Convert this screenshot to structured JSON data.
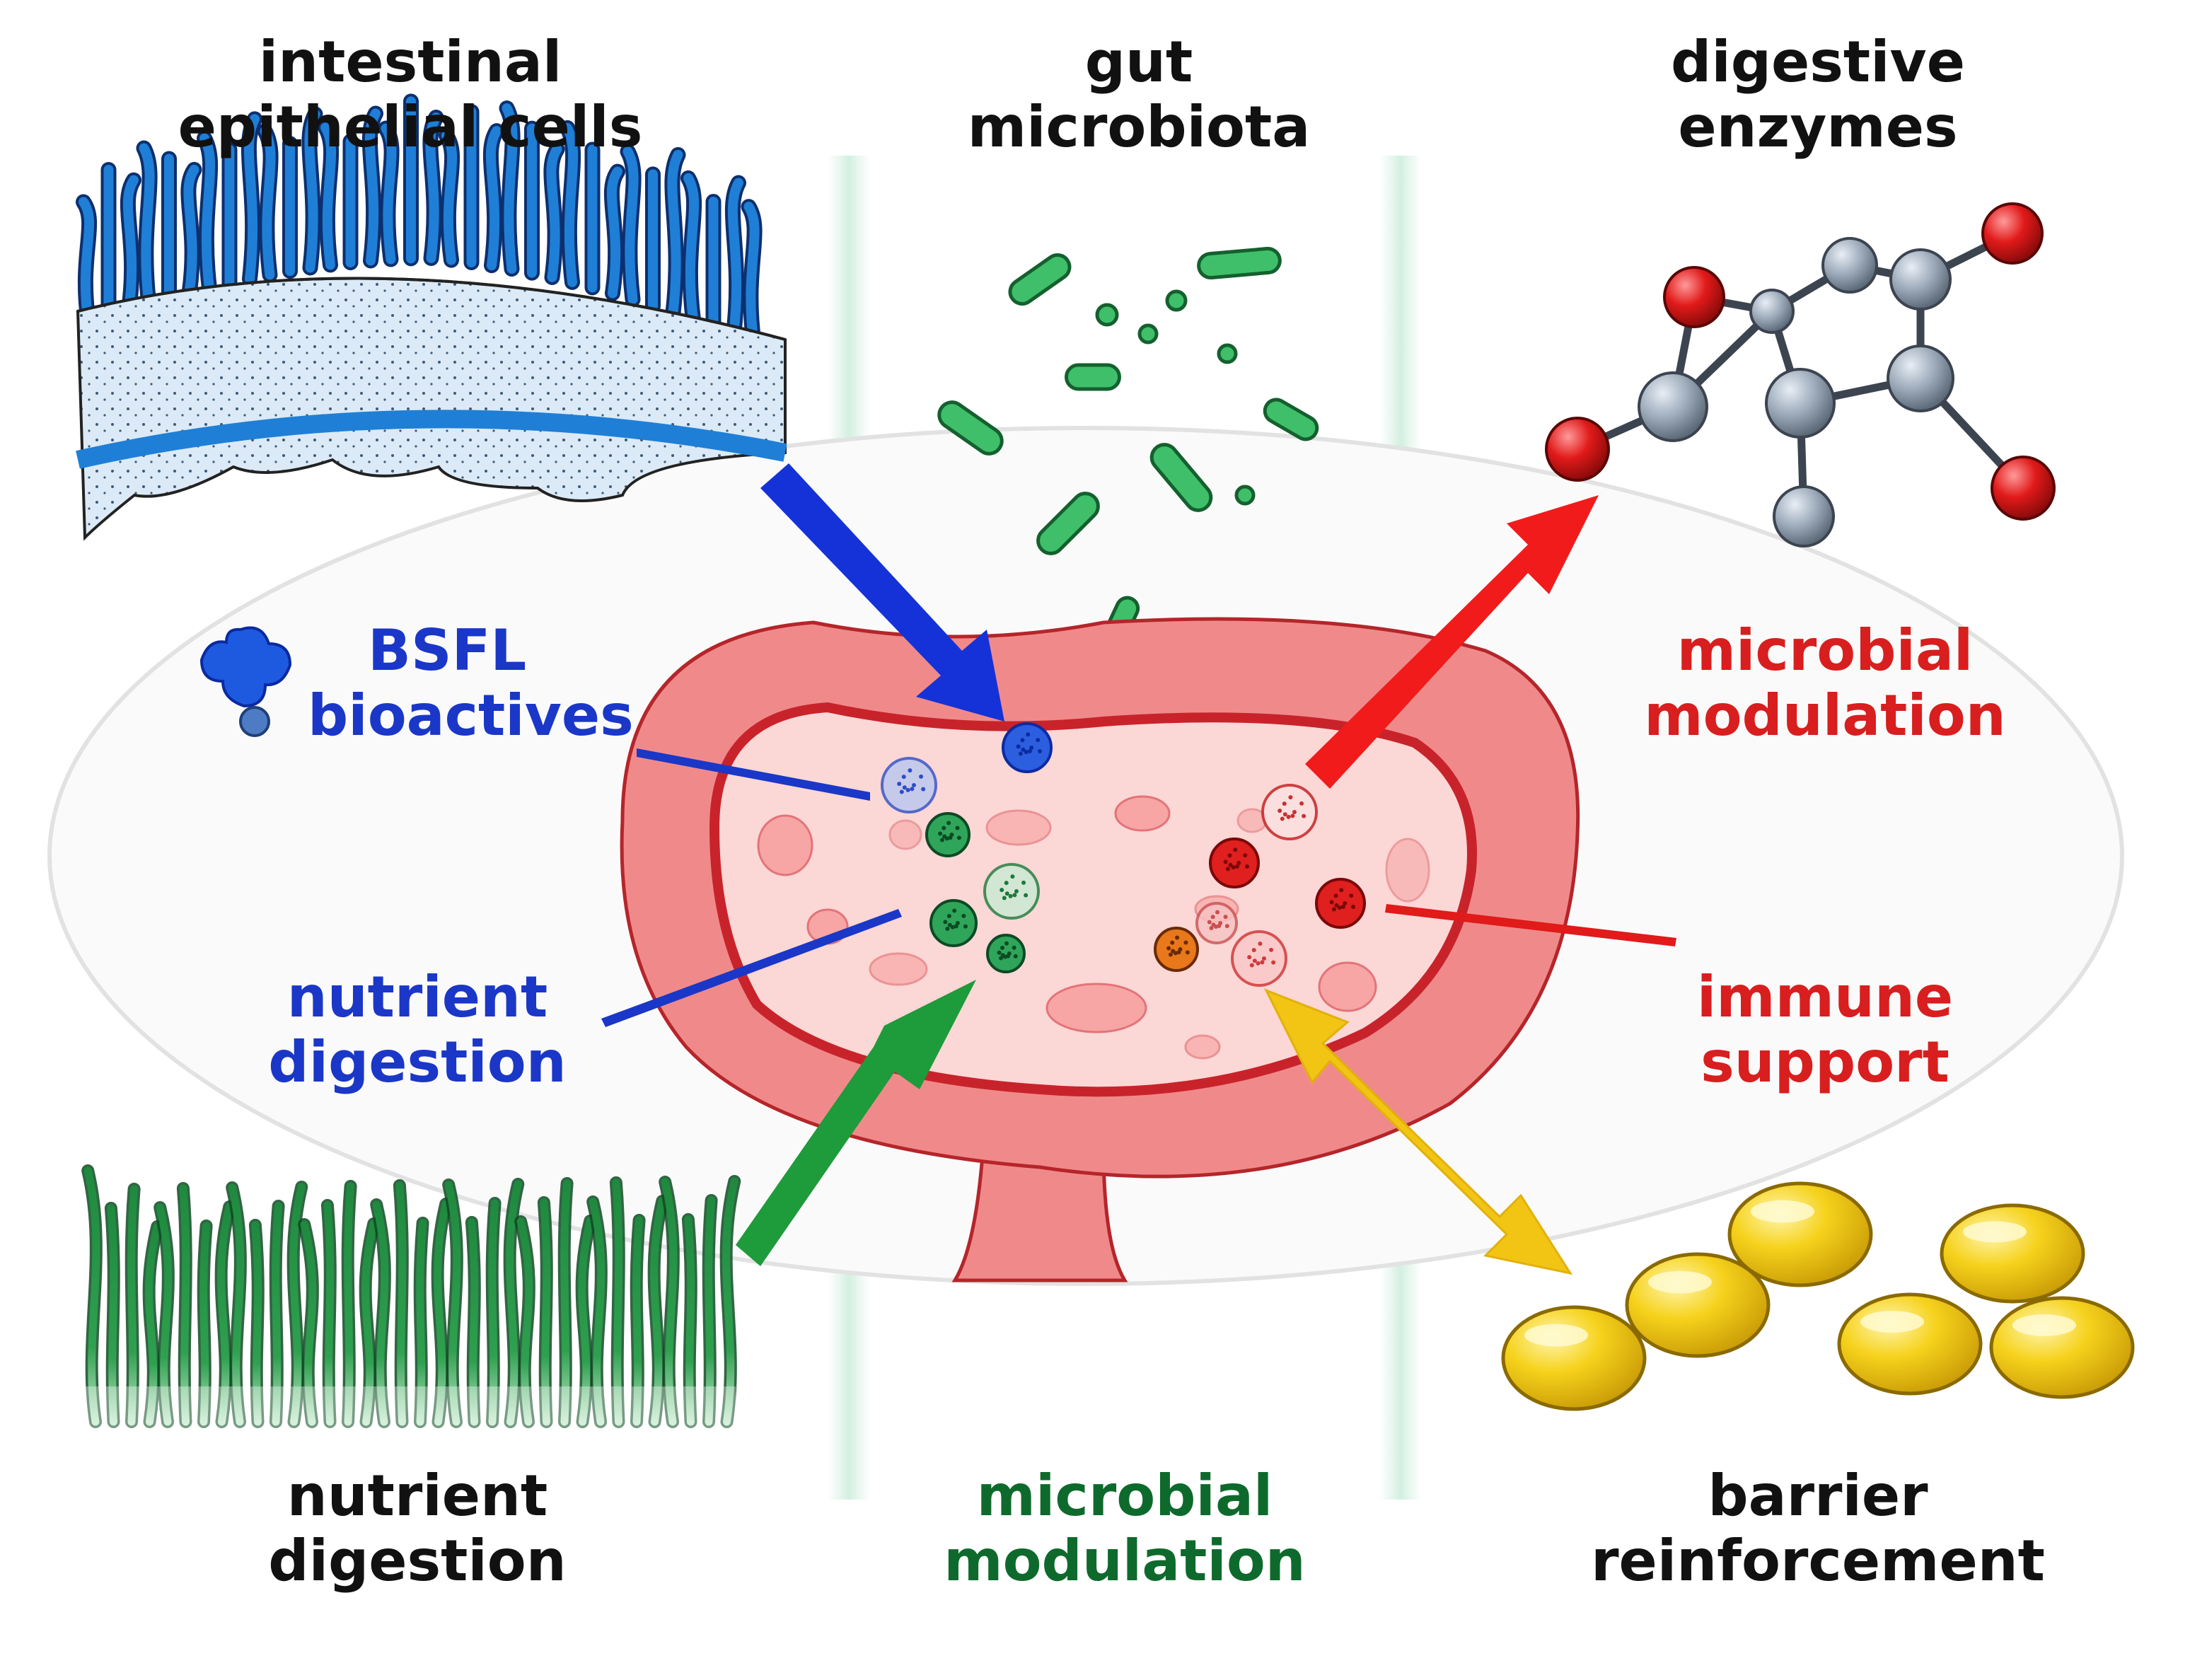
{
  "labels": {
    "epithelial": [
      "intestinal",
      "epithelial cells"
    ],
    "microbiota": [
      "gut",
      "microbiota"
    ],
    "enzymes": [
      "digestive",
      "enzymes"
    ],
    "bsfl": [
      "BSFL",
      "bioactives"
    ],
    "nutrient_mid": [
      "nutrient",
      "digestion"
    ],
    "microbial_right": [
      "microbial",
      "modulation"
    ],
    "immune": [
      "immune",
      "support"
    ],
    "nutrient_bottom": [
      "nutrient",
      "digestion"
    ],
    "microbial_bottom": [
      "microbial",
      "modulation"
    ],
    "barrier": [
      "barrier",
      "reinforcement"
    ]
  },
  "colors": {
    "blue": "#1a37c8",
    "red": "#d81e1e",
    "green": "#0e6a2c",
    "green_arrow": "#1e9b3a",
    "yellow": "#f2c514",
    "gut_wall": "#f08a8a",
    "lumen": "#fbd7d6",
    "villi_blue": "#1f7fd6",
    "villi_green": "#2ea04f",
    "bacteria": "#3fbf6a",
    "atom_gray": "#9aa8b8",
    "atom_red": "#e11a1a"
  },
  "icons": [
    "villi-blue-icon",
    "bacteria-icon",
    "molecule-icon",
    "gut-loop-icon",
    "villi-green-icon",
    "lipid-droplets-icon",
    "bioactive-cluster-icon"
  ]
}
